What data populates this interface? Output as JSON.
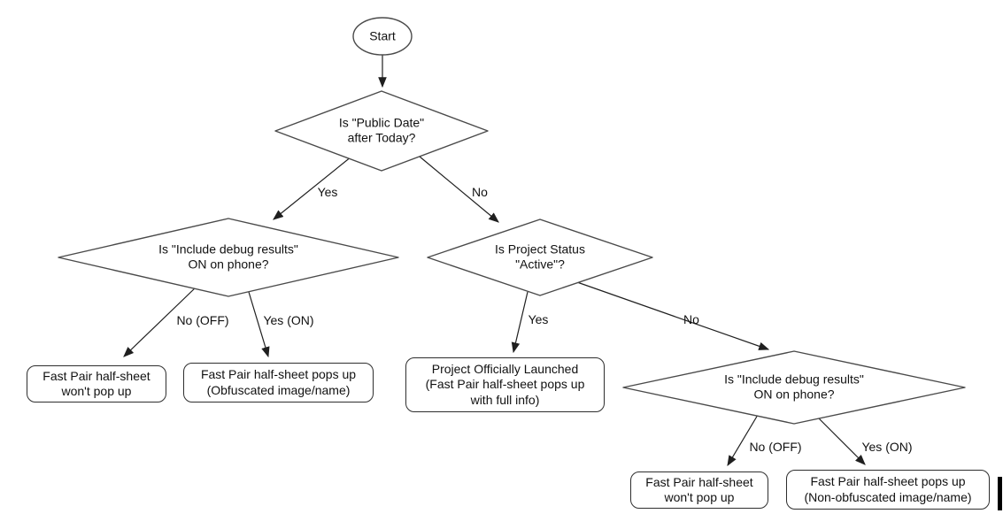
{
  "flowchart": {
    "nodes": {
      "start": "Start",
      "public_date": "Is \"Public Date\"\nafter Today?",
      "debug_left": "Is \"Include debug results\"\nON on phone?",
      "project_status": "Is Project Status\n\"Active\"?",
      "debug_right": "Is \"Include debug results\"\nON on phone?",
      "result_wont_popup_left": "Fast Pair half-sheet\nwon't pop up",
      "result_obfuscated": "Fast Pair half-sheet pops up\n(Obfuscated image/name)",
      "result_launched": "Project Officially Launched\n(Fast Pair half-sheet pops up\nwith full info)",
      "result_wont_popup_right": "Fast Pair half-sheet\nwon't pop up",
      "result_non_obfuscated": "Fast Pair half-sheet pops up\n(Non-obfuscated image/name)"
    },
    "edge_labels": {
      "public_date_yes": "Yes",
      "public_date_no": "No",
      "debug_left_no": "No (OFF)",
      "debug_left_yes": "Yes (ON)",
      "project_status_yes": "Yes",
      "project_status_no": "No",
      "debug_right_no": "No (OFF)",
      "debug_right_yes": "Yes (ON)"
    },
    "colors": {
      "background": "#ffffff",
      "shape_stroke": "#4a4a4a",
      "edge_stroke": "#1f1f1f",
      "text": "#111111"
    }
  }
}
